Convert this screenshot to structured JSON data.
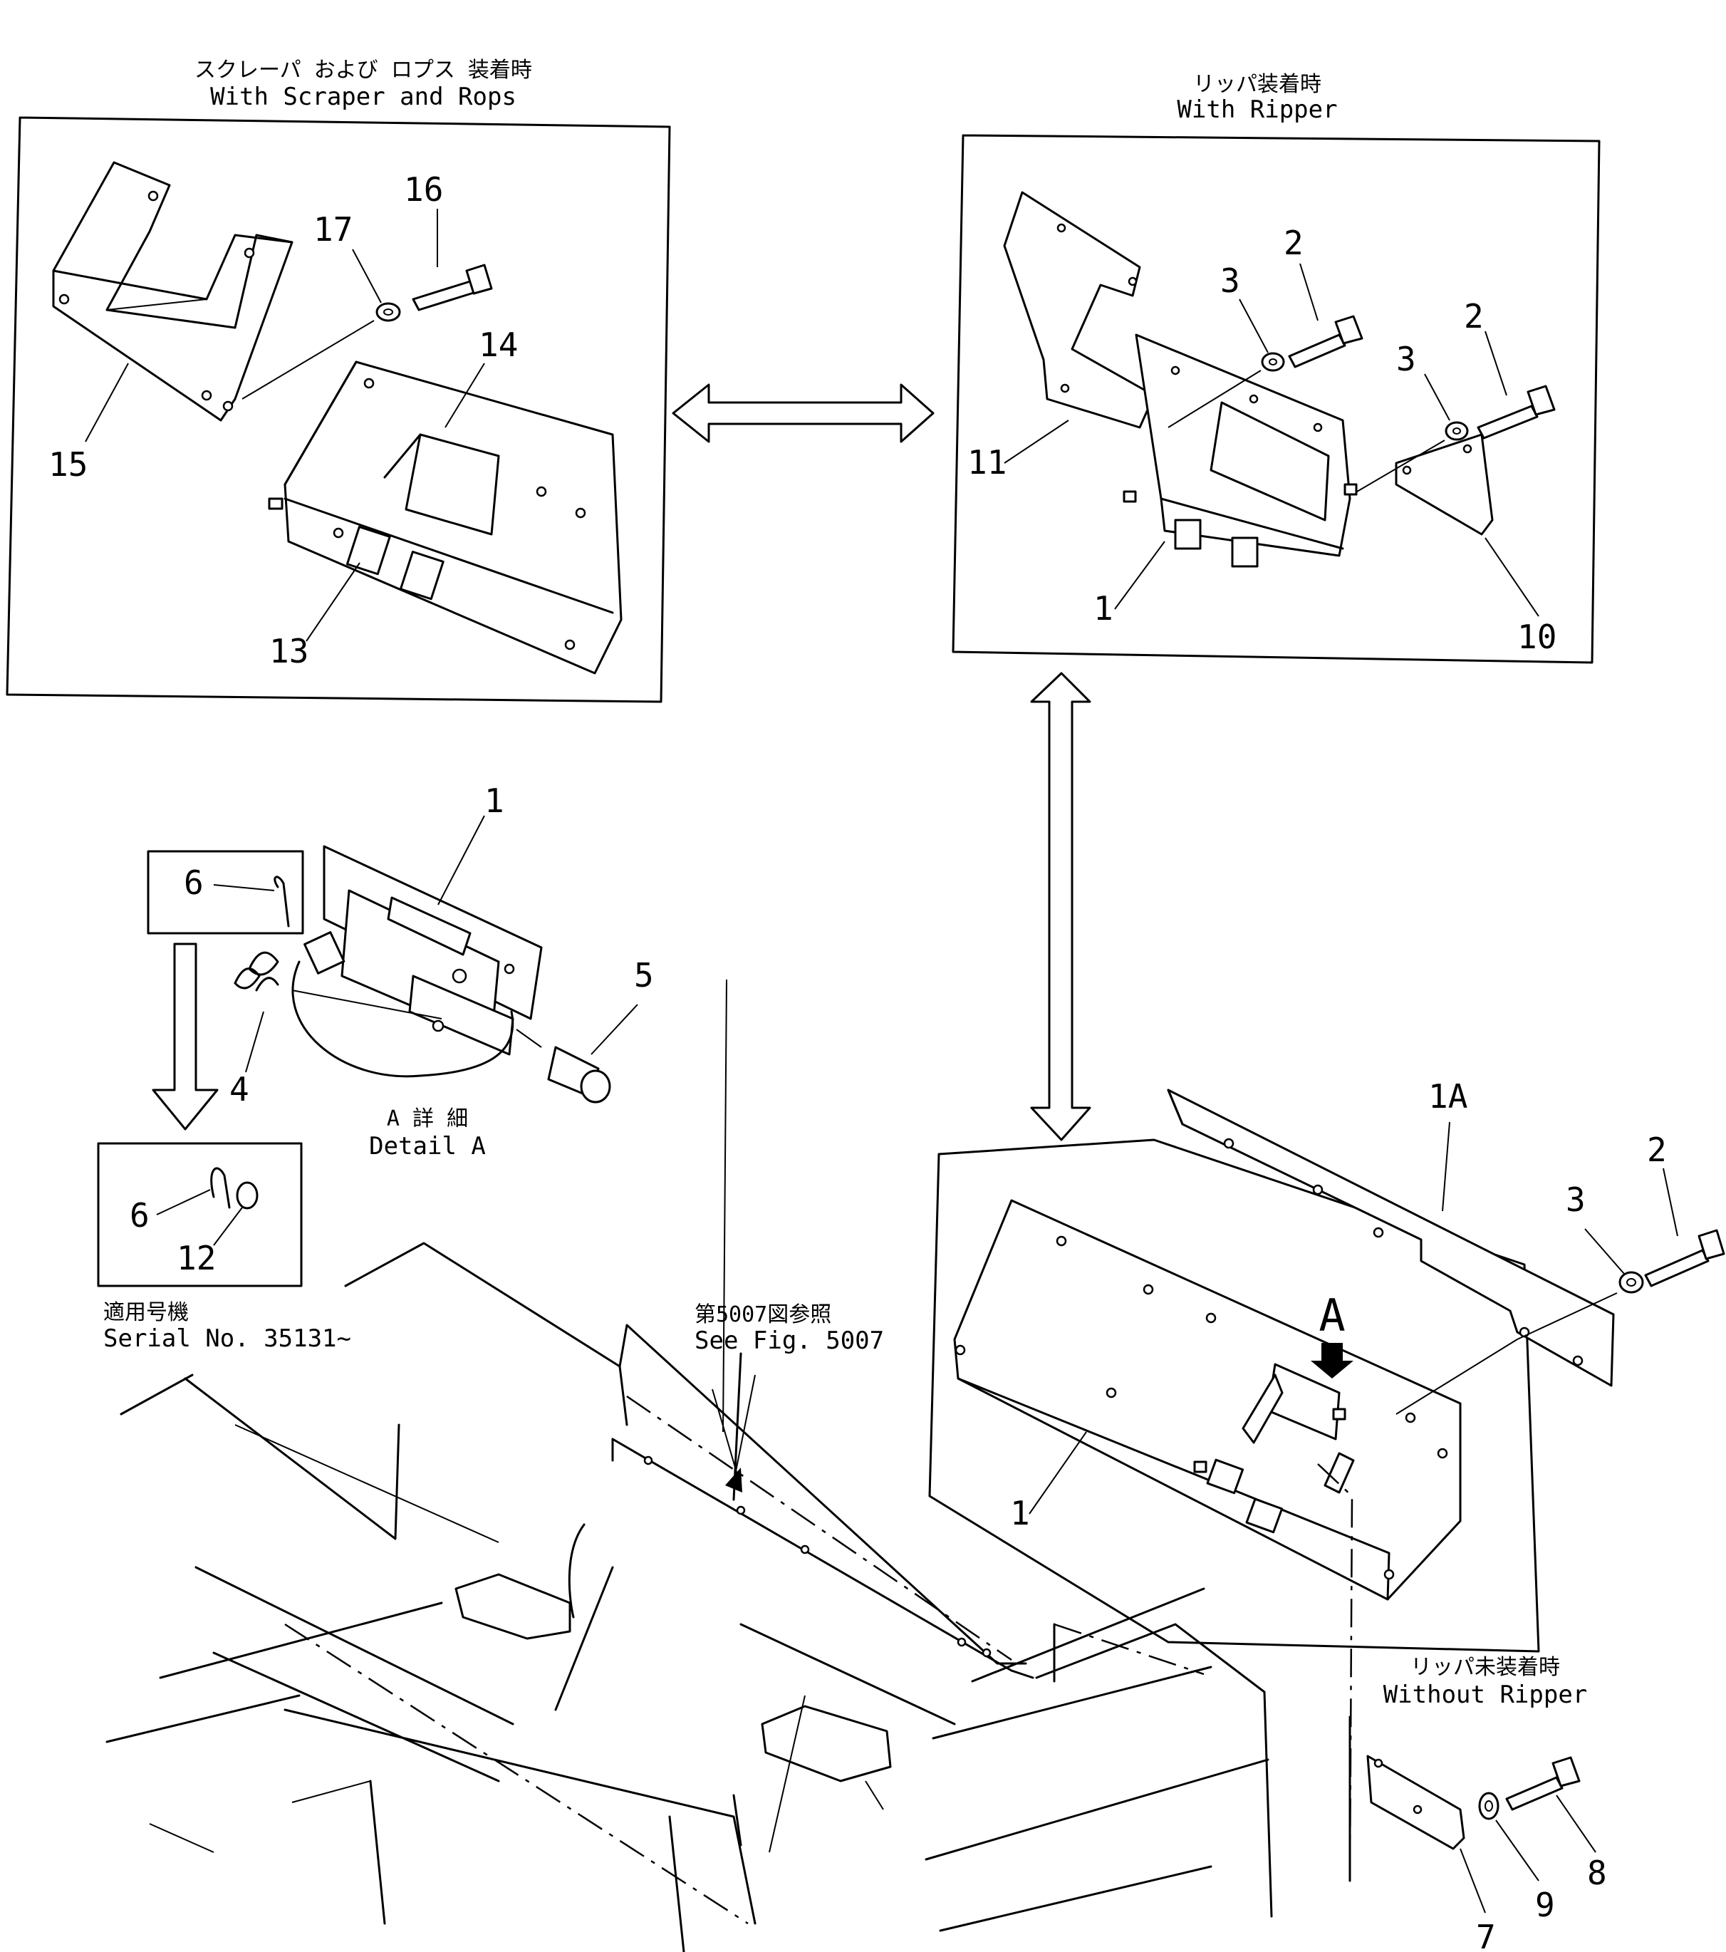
{
  "panels": {
    "scraper_rops": {
      "title_jp": "スクレーパ および ロプス 装着時",
      "title_en": "With Scraper and Rops"
    },
    "with_ripper": {
      "title_jp": "リッパ装着時",
      "title_en": "With Ripper"
    },
    "without_ripper": {
      "title_jp": "リッパ未装着時",
      "title_en": "Without Ripper"
    },
    "detail_a": {
      "title_jp": "A 詳 細",
      "title_en": "Detail A",
      "marker": "A"
    },
    "serial": {
      "title_jp": "適用号機",
      "title_en": "Serial No. 35131~"
    },
    "see_fig": {
      "title_jp": "第5007図参照",
      "title_en": "See Fig. 5007"
    }
  },
  "callouts": {
    "scraper": [
      "16",
      "17",
      "14",
      "15",
      "13"
    ],
    "ripper": [
      "2",
      "3",
      "2",
      "3",
      "11",
      "1",
      "10"
    ],
    "detail": [
      "1",
      "6",
      "5",
      "4"
    ],
    "serial_box": [
      "6",
      "12"
    ],
    "main": [
      "1A",
      "2",
      "3",
      "1"
    ],
    "without": [
      "8",
      "9",
      "7"
    ]
  }
}
